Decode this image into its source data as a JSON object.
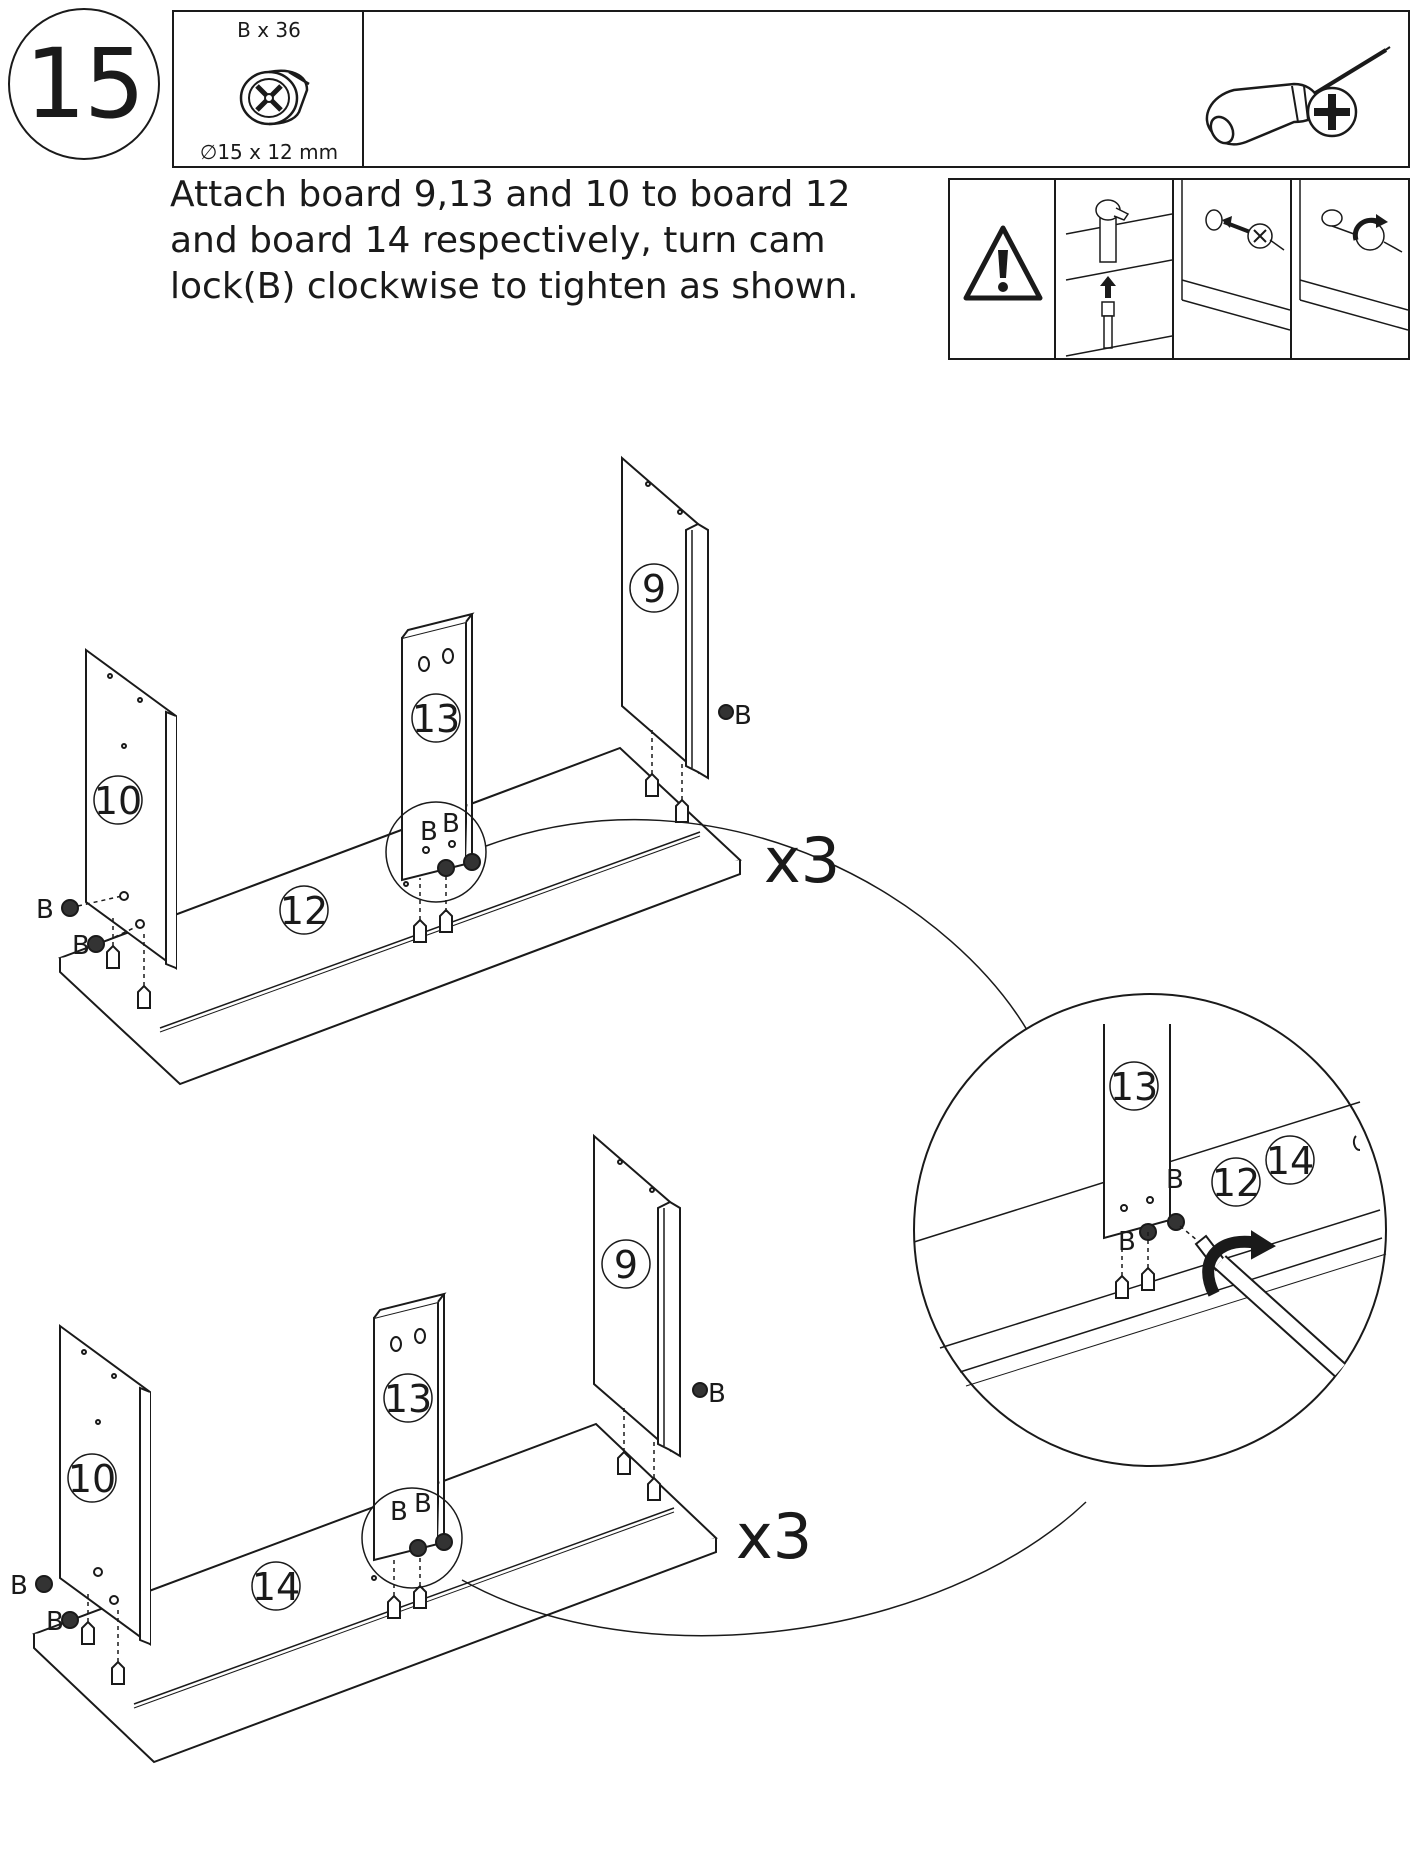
{
  "step": {
    "number": "15"
  },
  "parts": {
    "cam_lock": {
      "quantity": "B x 36",
      "dimension": "∅15 x 12 mm"
    }
  },
  "instruction": {
    "line1": "Attach board 9,13 and 10 to board 12",
    "line2": "and board 14 respectively, turn cam",
    "line3": "lock(B) clockwise to tighten as shown."
  },
  "assembly_top": {
    "board_labels": {
      "b9": "9",
      "b13": "13",
      "b10": "10",
      "b12": "12"
    },
    "cam_label": "B",
    "multiplier": "x3"
  },
  "assembly_bottom": {
    "board_labels": {
      "b9": "9",
      "b13": "13",
      "b10": "10",
      "b14": "14"
    },
    "cam_label": "B",
    "multiplier": "x3"
  },
  "detail": {
    "board_labels": {
      "b13": "13",
      "b12": "12",
      "b14": "14"
    },
    "cam_label": "B"
  },
  "icons": [
    "step-number",
    "cam-lock-icon",
    "screwdriver-icon",
    "phillips-head-icon",
    "warning-icon"
  ]
}
